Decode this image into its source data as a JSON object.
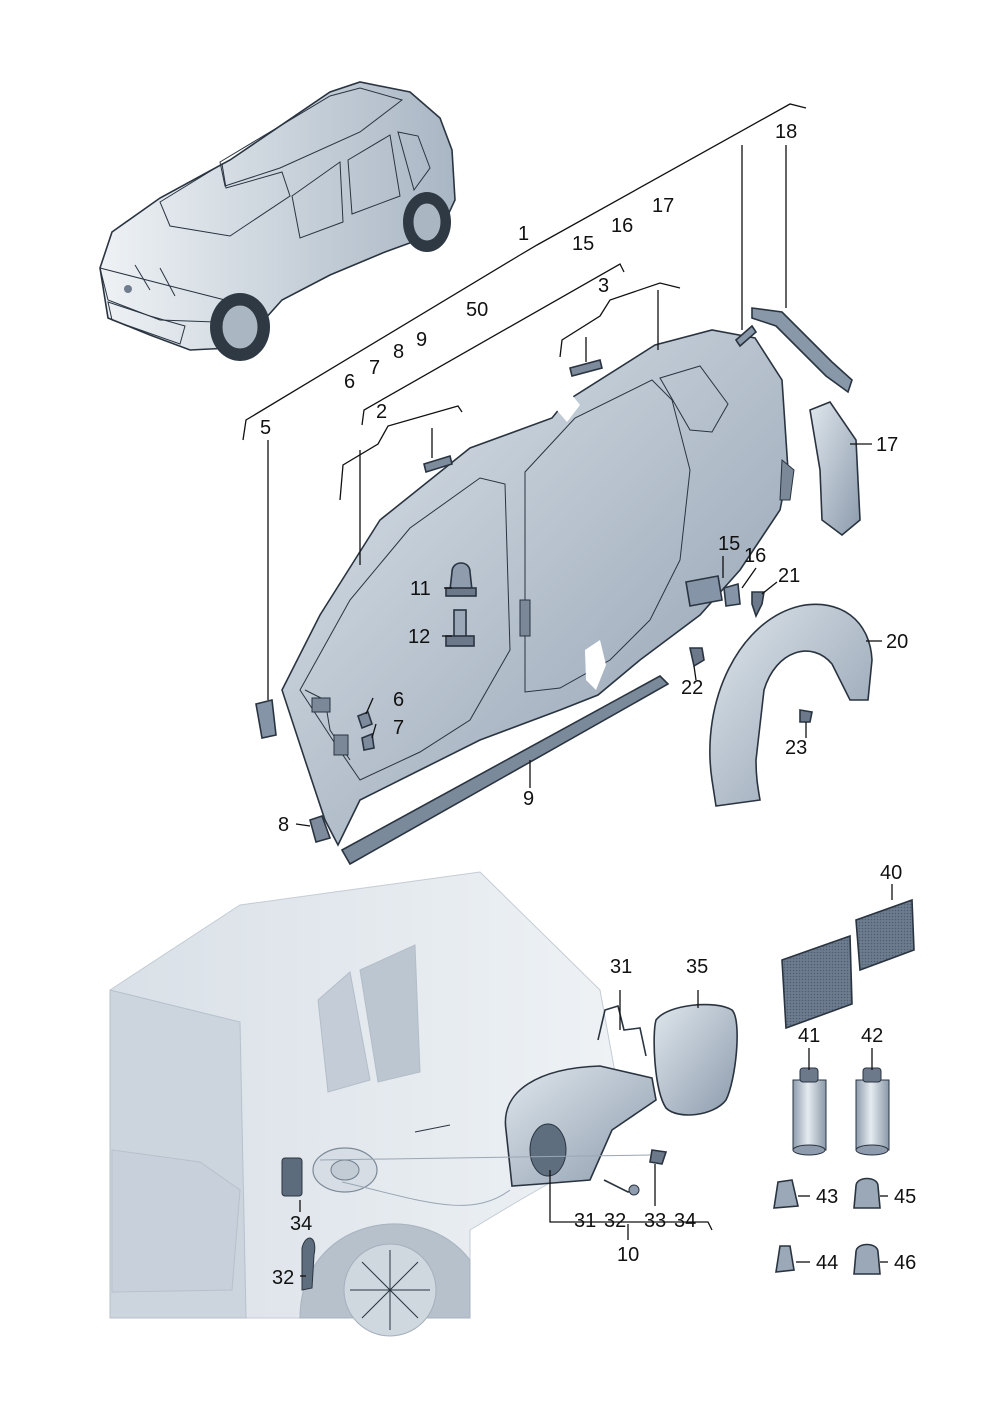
{
  "colors": {
    "panel": "#bfcad6",
    "panel_dark": "#8d9cae",
    "panel_light": "#e2e8ee",
    "edge": "#2a3440",
    "leader": "#111111",
    "background_car": "#c9d2dc"
  },
  "labels": {
    "n1": "1",
    "n2": "2",
    "n3": "3",
    "n5": "5",
    "n6a": "6",
    "n7a": "7",
    "n8a": "8",
    "n9a": "9",
    "n6b": "6",
    "n7b": "7",
    "n8b": "8",
    "n9b": "9",
    "n10": "10",
    "n11": "11",
    "n12": "12",
    "n15a": "15",
    "n16a": "16",
    "n17a": "17",
    "n15b": "15",
    "n16b": "16",
    "n17b": "17",
    "n18": "18",
    "n20": "20",
    "n21": "21",
    "n22": "22",
    "n23": "23",
    "n31a": "31",
    "n32a": "32",
    "n33": "33",
    "n34a": "34",
    "n31b": "31",
    "n32b": "32",
    "n34b": "34",
    "n35": "35",
    "n40": "40",
    "n41": "41",
    "n42": "42",
    "n43": "43",
    "n44": "44",
    "n45": "45",
    "n46": "46",
    "n50": "50"
  }
}
